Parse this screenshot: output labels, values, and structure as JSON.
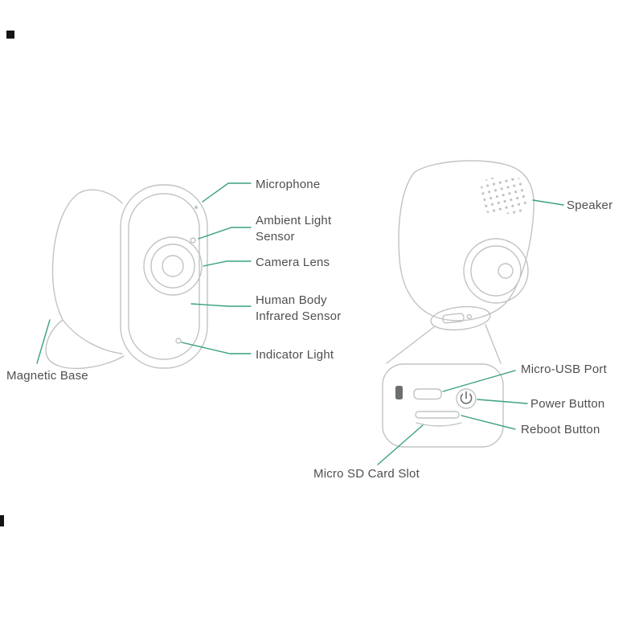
{
  "colors": {
    "leader_line": "#3aa17c",
    "artwork_line": "#c0c3c5",
    "label_text": "#4f4f4f"
  },
  "labels": {
    "microphone": "Microphone",
    "ambient_light_sensor": "Ambient Light\nSensor",
    "camera_lens": "Camera Lens",
    "human_body_infrared_sensor": "Human Body\nInfrared Sensor",
    "indicator_light": "Indicator Light",
    "magnetic_base": "Magnetic Base",
    "speaker": "Speaker",
    "micro_usb_port": "Micro-USB Port",
    "power_button": "Power Button",
    "reboot_button": "Reboot Button",
    "micro_sd_card_slot": "Micro SD Card Slot"
  }
}
